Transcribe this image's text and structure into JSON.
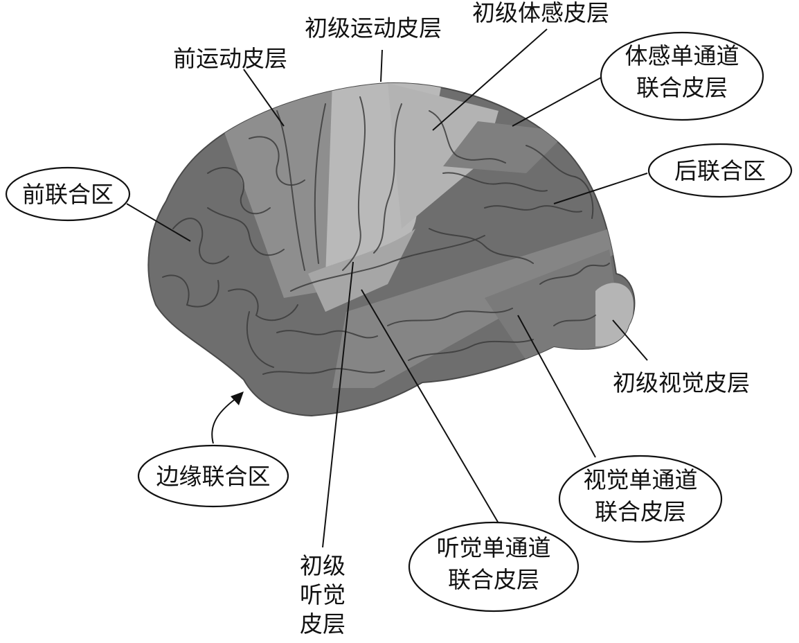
{
  "labels": {
    "premotor": "前运动皮层",
    "primary_motor": "初级运动皮层",
    "primary_somatosensory": "初级体感皮层",
    "somato_unimodal_1": "体感单通道",
    "somato_unimodal_2": "联合皮层",
    "prefrontal": "前联合区",
    "posterior": "后联合区",
    "primary_visual": "初级视觉皮层",
    "limbic": "边缘联合区",
    "primary_auditory_1": "初级",
    "primary_auditory_2": "听觉",
    "primary_auditory_3": "皮层",
    "auditory_unimodal_1": "听觉单通道",
    "auditory_unimodal_2": "联合皮层",
    "visual_unimodal_1": "视觉单通道",
    "visual_unimodal_2": "联合皮层"
  },
  "colors": {
    "dark_region": "#6e6e6e",
    "mid_region": "#8e8e8e",
    "light_region": "#b9b9b9",
    "fold_line": "#3c3c3c"
  }
}
